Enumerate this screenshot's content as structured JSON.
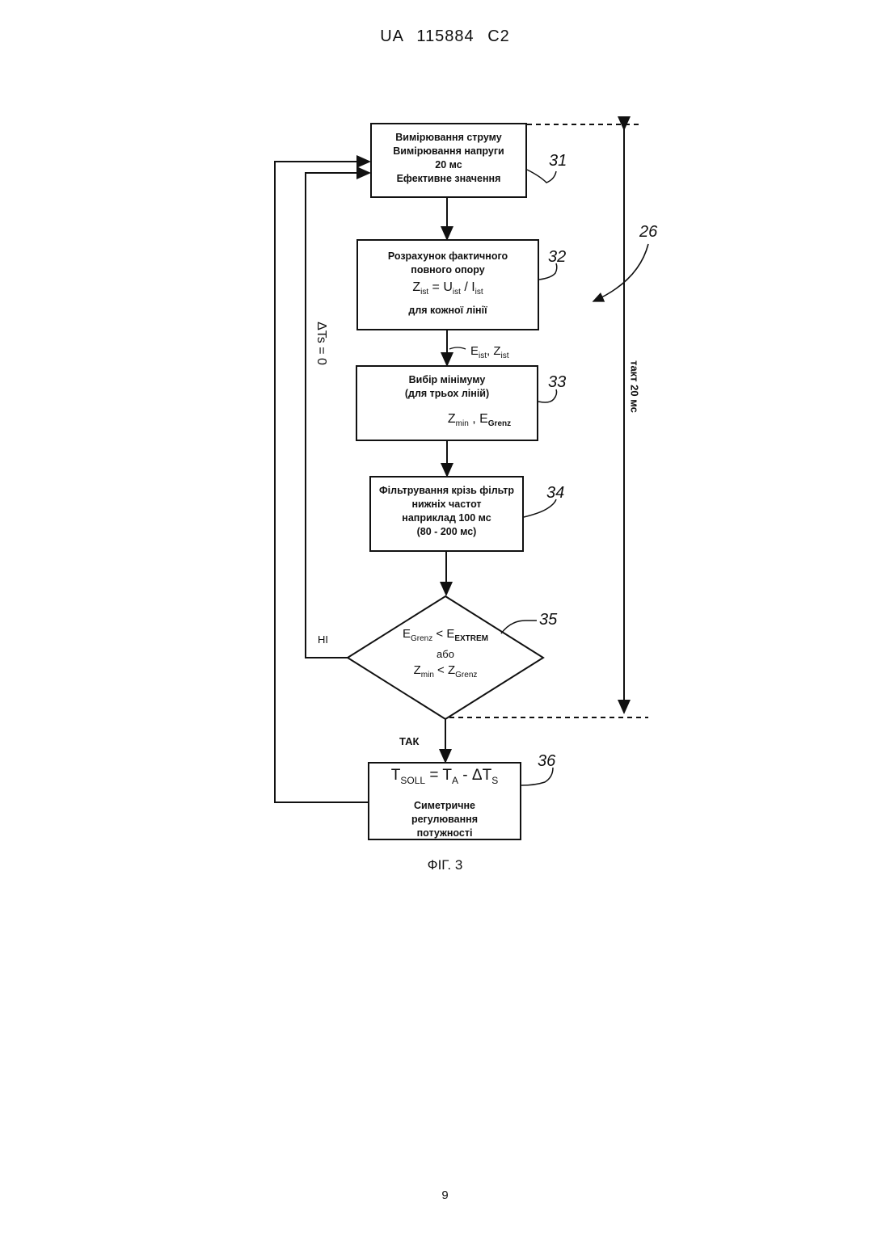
{
  "header": {
    "text": "UA 115884 C2"
  },
  "figure_caption": "ФІГ. 3",
  "page_number": "9",
  "boxes": {
    "b31": {
      "lines": [
        "Вимірювання струму",
        "Вимірювання напруги",
        "20 мс",
        "Ефективне значення"
      ],
      "ref": "31"
    },
    "b32": {
      "lines": [
        "Розрахунок фактичного",
        "повного опору"
      ],
      "eq": "Z_ist = U_ist / I_ist",
      "line_after": "для кожної лінії",
      "ref": "32"
    },
    "b33": {
      "lines": [
        "Вибір мінімуму",
        "(для трьох ліній)"
      ],
      "eq": "Zmin , EGrenz",
      "ref": "33"
    },
    "b34": {
      "lines": [
        "Фільтрування крізь фільтр",
        "нижніх частот",
        "наприклад 100 мс",
        "(80 - 200 мс)"
      ],
      "ref": "34"
    },
    "d35": {
      "line1": "EGrenz < EEXTREM",
      "mid": "або",
      "line2": "Zmin < ZGrenz",
      "ref": "35"
    },
    "b36": {
      "eq": "TSOLL = TA - ΔTS",
      "lines": [
        "Симетричне",
        "регулювання",
        "потужності"
      ],
      "ref": "36"
    }
  },
  "labels": {
    "between_32_33": "Eist, Zist",
    "no": "НІ",
    "yes": "ТАК",
    "loop": "ΔTs = 0",
    "cycle": "такт 20 мс",
    "ref26": "26"
  }
}
